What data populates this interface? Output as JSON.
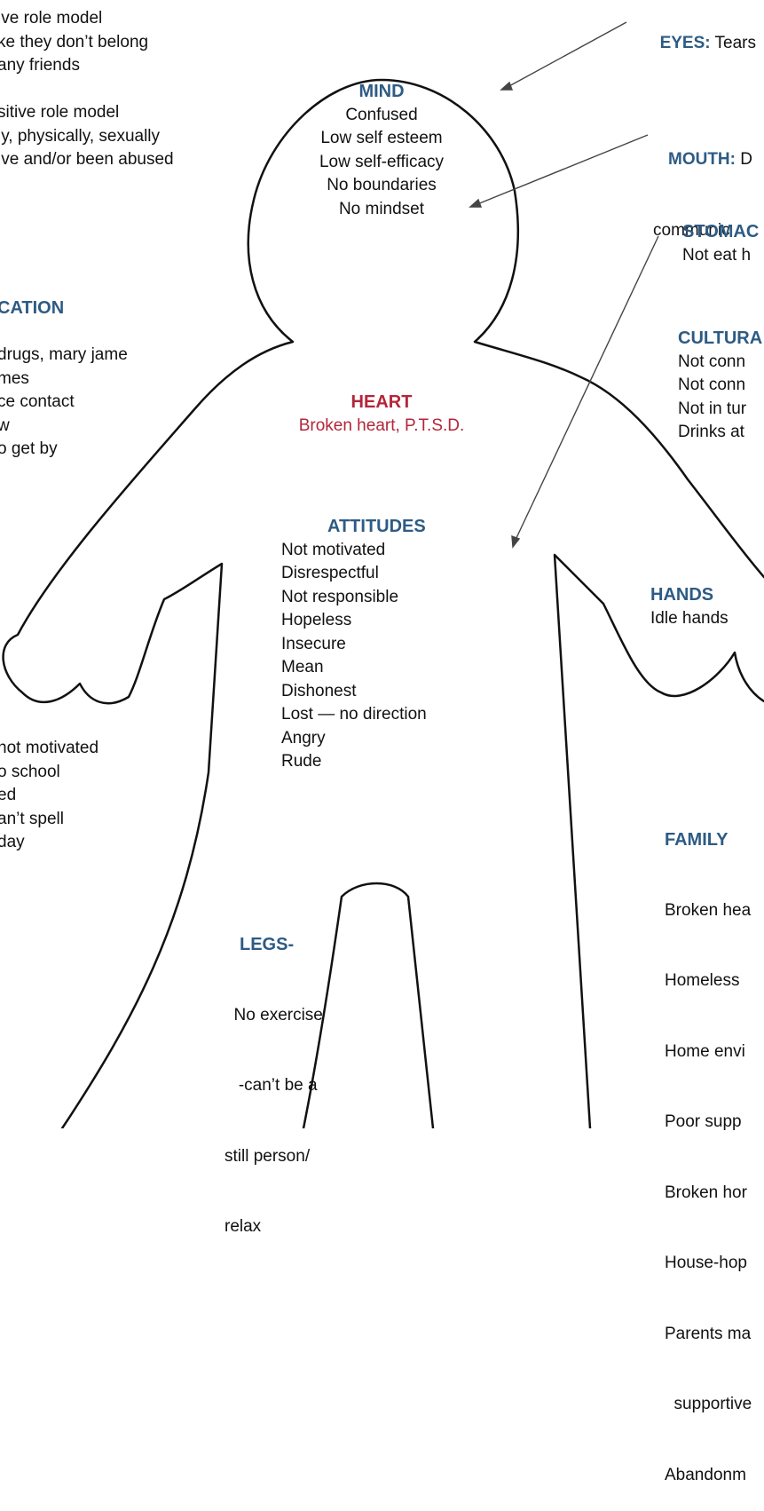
{
  "theme": {
    "heading_color": "#2d5b84",
    "heart_color": "#b3263a",
    "text_color": "#111111",
    "outline_color": "#111111"
  },
  "left_top": {
    "lines": [
      "ive role model",
      "ke they don’t belong",
      "any friends",
      "",
      "sitive role model",
      "ly, physically, sexually",
      "ive and/or been abused"
    ]
  },
  "left_mid": {
    "heading": "CATION",
    "lines": [
      "",
      "drugs, mary jame",
      "mes",
      "ce contact",
      "w",
      "o get by"
    ]
  },
  "left_bottom": {
    "lines": [
      "not motivated",
      "o school",
      "ed",
      "an’t spell",
      "day"
    ]
  },
  "mind": {
    "heading": "MIND",
    "lines": [
      "Confused",
      "Low self esteem",
      "Low self-efficacy",
      "No boundaries",
      "No mindset"
    ]
  },
  "heart": {
    "heading": "HEART",
    "text": "Broken heart, P.T.S.D."
  },
  "attitudes": {
    "heading": "ATTITUDES",
    "lines": [
      "Not motivated",
      "Disrespectful",
      "Not responsible",
      "Hopeless",
      "Insecure",
      "Mean",
      "Dishonest",
      "Lost — no direction",
      "Angry",
      "Rude"
    ]
  },
  "legs": {
    "heading": "LEGS-",
    "lines": [
      "  No exercise",
      "   -can’t be a",
      "still person/",
      "relax"
    ]
  },
  "eyes": {
    "heading": "EYES:",
    "text": " Tears"
  },
  "mouth": {
    "heading": "MOUTH:",
    "text": " D",
    "lines": [
      "communic"
    ]
  },
  "stomach": {
    "heading": "STOMAC",
    "lines": [
      "Not eat h"
    ]
  },
  "cultural": {
    "heading": "CULTURA",
    "lines": [
      "Not conn",
      "Not conn",
      "Not in tur",
      "Drinks at"
    ]
  },
  "hands": {
    "heading": "HANDS",
    "lines": [
      "Idle hands"
    ]
  },
  "family": {
    "heading": "FAMILY",
    "lines": [
      "Broken hea",
      "Homeless",
      "Home envi",
      "Poor supp",
      "Broken hor",
      "House-hop",
      "Parents ma",
      "  supportive",
      "Abandonm"
    ]
  }
}
